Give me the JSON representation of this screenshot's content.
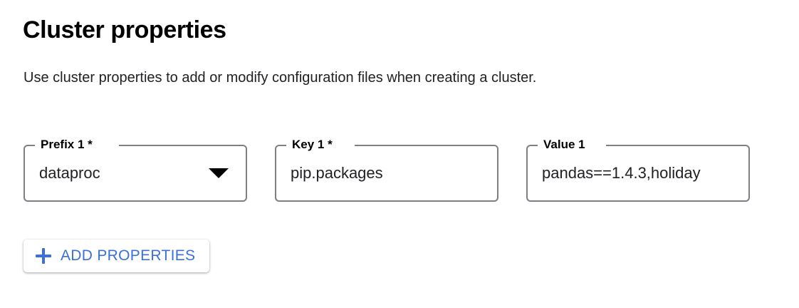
{
  "page": {
    "title": "Cluster properties",
    "description": "Use cluster properties to add or modify configuration files when creating a cluster."
  },
  "colors": {
    "accent_blue": "#3b6fdb",
    "text_primary": "#202124",
    "outline_gray": "#7c8084",
    "background": "#ffffff"
  },
  "fields": [
    {
      "name": "prefix",
      "label": "Prefix 1 *",
      "value": "dataproc",
      "type": "select",
      "required": true,
      "icon": "triangle-down-icon"
    },
    {
      "name": "key",
      "label": "Key 1 *",
      "value": "pip.packages",
      "type": "text",
      "required": true
    },
    {
      "name": "value",
      "label": "Value 1",
      "value": "pandas==1.4.3,holiday",
      "type": "text",
      "required": false
    }
  ],
  "add_button": {
    "label": "ADD PROPERTIES",
    "icon": "plus-icon"
  }
}
